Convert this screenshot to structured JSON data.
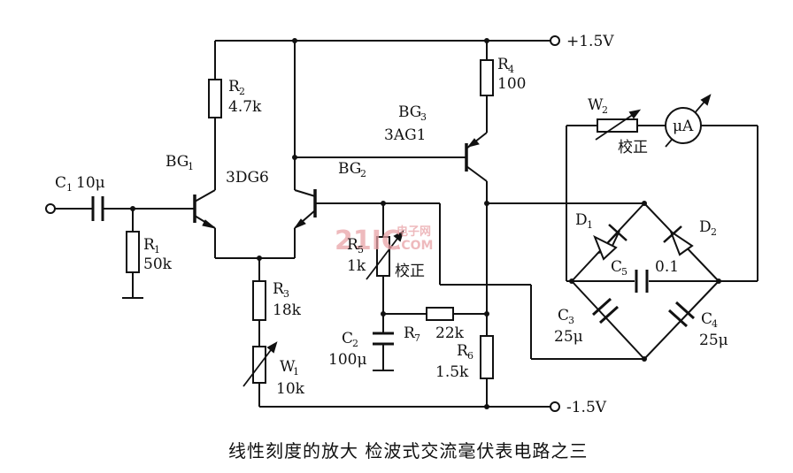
{
  "terminals": {
    "vplus": "+1.5V",
    "vminus": "-1.5V"
  },
  "components": {
    "c1": "C",
    "c1_sub": "1",
    "c1_val": "10μ",
    "r1": "R",
    "r1_sub": "1",
    "r1_val": "50k",
    "r2": "R",
    "r2_sub": "2",
    "r2_val": "4.7k",
    "r3": "R",
    "r3_sub": "3",
    "r3_val": "18k",
    "r4": "R",
    "r4_sub": "4",
    "r4_val": "100",
    "r5": "R",
    "r5_sub": "5",
    "r5_val": "1k",
    "r5_note": "校正",
    "r6": "R",
    "r6_sub": "6",
    "r6_val": "1.5k",
    "r7": "R",
    "r7_sub": "7",
    "r7_val": "22k",
    "c2": "C",
    "c2_sub": "2",
    "c2_val": "100μ",
    "c3": "C",
    "c3_sub": "3",
    "c3_val": "25μ",
    "c4": "C",
    "c4_sub": "4",
    "c4_val": "25μ",
    "c5": "C",
    "c5_sub": "5",
    "c5_val": "0.1",
    "w1": "W",
    "w1_sub": "1",
    "w1_val": "10k",
    "w2": "W",
    "w2_sub": "2",
    "w2_note": "校正",
    "bg1": "BG",
    "bg1_sub": "1",
    "bg2": "BG",
    "bg2_sub": "2",
    "bg12_type": "3DG6",
    "bg3": "BG",
    "bg3_sub": "3",
    "bg3_type": "3AG1",
    "d1": "D",
    "d1_sub": "1",
    "d2": "D",
    "d2_sub": "2",
    "meter": "μA"
  },
  "watermark": {
    "brand": "21IC",
    "cn": "电子网",
    "domain": ".COM"
  },
  "caption": "线性刻度的放大 检波式交流毫伏表电路之三"
}
